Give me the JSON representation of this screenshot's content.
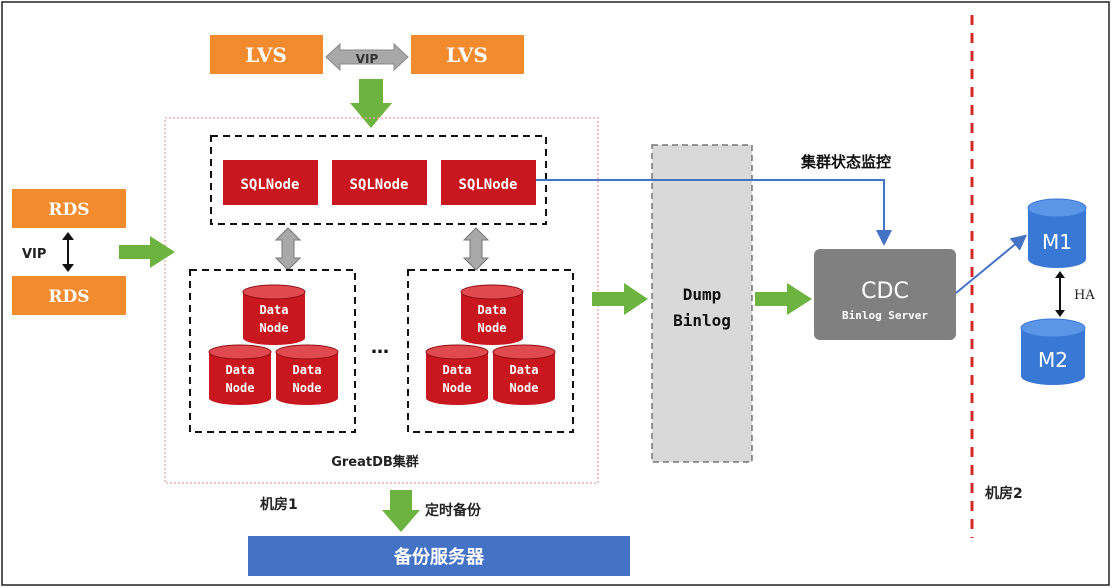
{
  "lvs": {
    "left": "LVS",
    "right": "LVS",
    "vip": "VIP"
  },
  "rds": {
    "top": "RDS",
    "bottom": "RDS",
    "vip": "VIP"
  },
  "sqlnodes": [
    "SQLNode",
    "SQLNode",
    "SQLNode"
  ],
  "datanode": {
    "line1": "Data",
    "line2": "Node"
  },
  "ellipsis": "…",
  "cluster_label": "GreatDB集群",
  "room1_label": "机房1",
  "room2_label": "机房2",
  "backup": {
    "arrow_label": "定时备份",
    "server_label": "备份服务器"
  },
  "dump": {
    "line1": "Dump",
    "line2": "Binlog"
  },
  "monitor_label": "集群状态监控",
  "cdc": {
    "title": "CDC",
    "subtitle": "Binlog Server"
  },
  "mysql": {
    "m1": "M1",
    "m2": "M2",
    "ha": "HA"
  },
  "colors": {
    "orange": "#F28A2E",
    "red": "#C8171E",
    "green": "#6DB33F",
    "gray_arrow": "#A8A8A8",
    "dump_fill": "#D9D9D9",
    "cdc_fill": "#808080",
    "blue": "#4472C4",
    "backup_blue": "#4472C4",
    "cylinder_blue": "#3A78D6",
    "dashed_red": "#D62929",
    "cluster_border": "#F0A0A0"
  }
}
